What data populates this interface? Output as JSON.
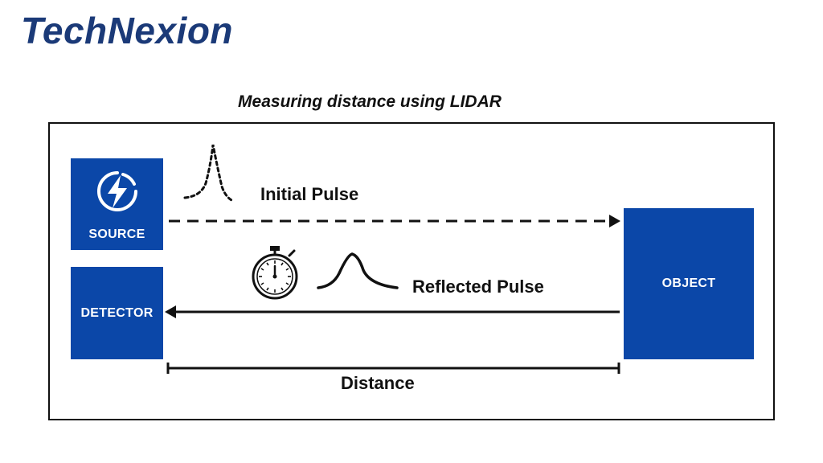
{
  "brand": {
    "logo_text": "TechNexion"
  },
  "diagram": {
    "title": "Measuring distance using LIDAR",
    "source_label": "SOURCE",
    "detector_label": "DETECTOR",
    "object_label": "OBJECT",
    "initial_pulse_label": "Initial Pulse",
    "reflected_pulse_label": "Reflected Pulse",
    "distance_label": "Distance"
  },
  "colors": {
    "box_blue": "#0b47a8",
    "logo_navy": "#1b3a78",
    "line": "#111111"
  }
}
